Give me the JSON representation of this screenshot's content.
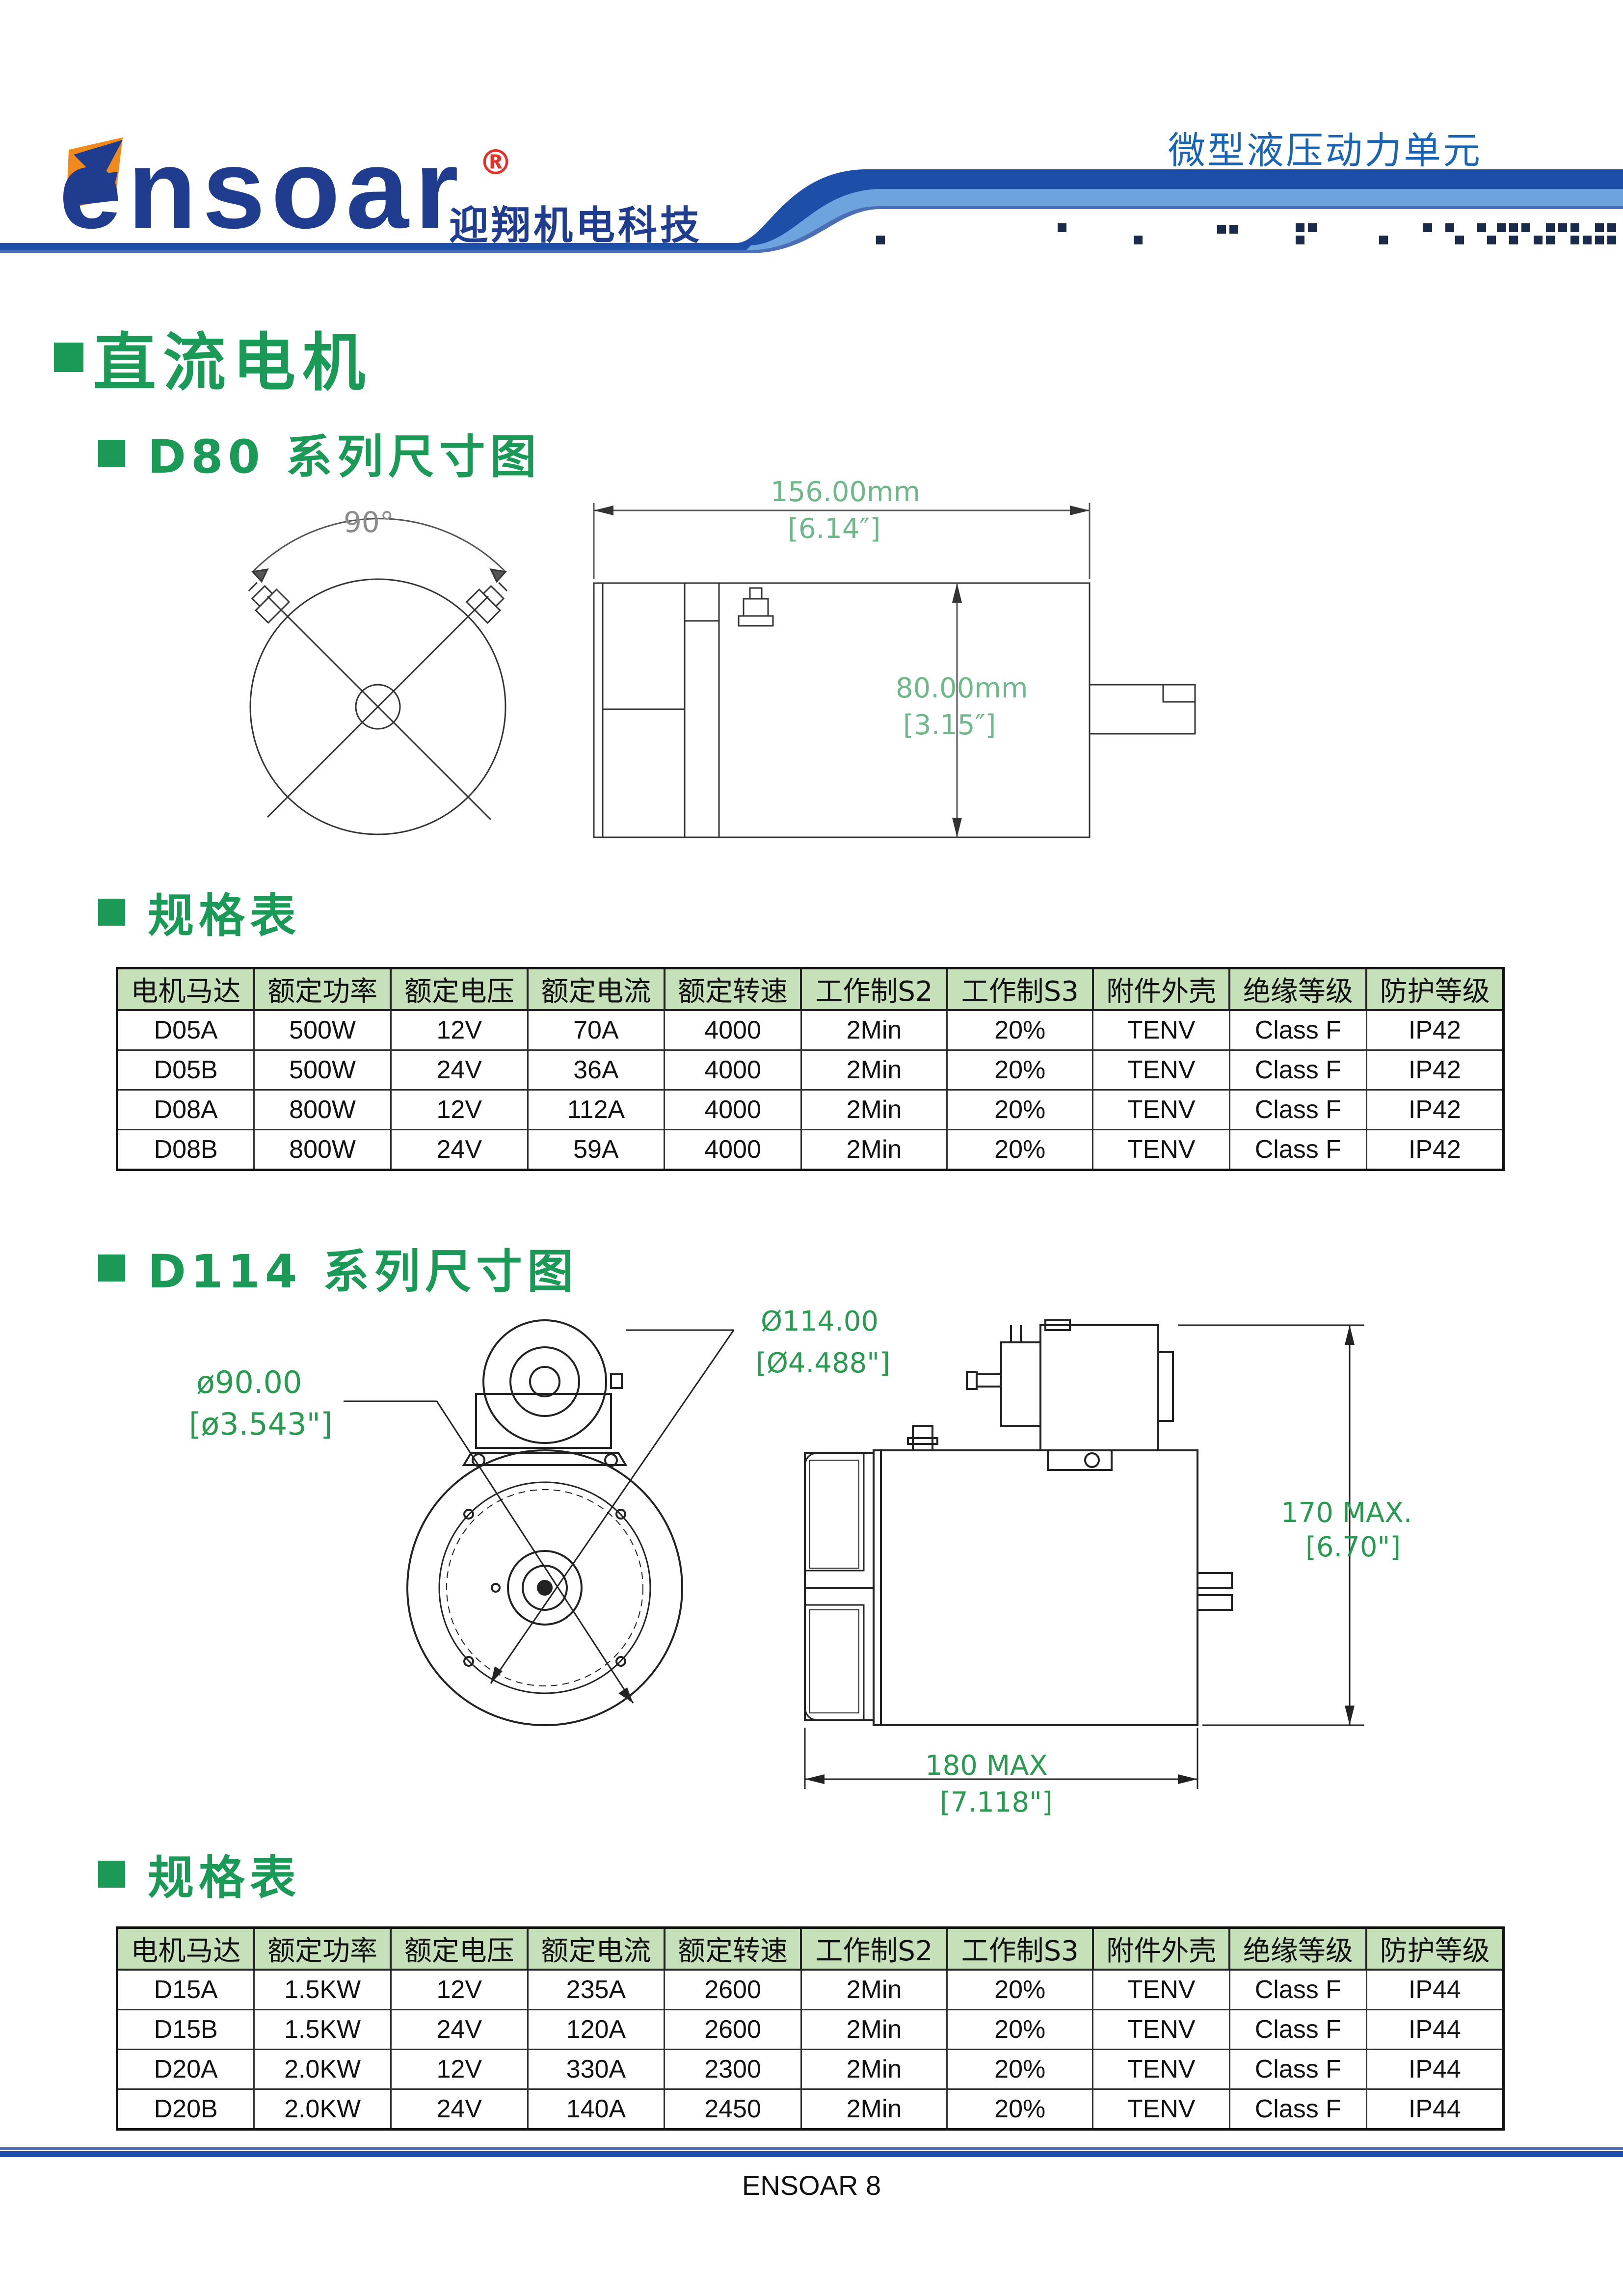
{
  "header": {
    "logo_word": "ensoar",
    "logo_registered": "®",
    "logo_cn": "迎翔机电科技",
    "tagline": "微型液压动力单元",
    "colors": {
      "brand_blue": "#1f3c8e",
      "accent_orange": "#f08a1c",
      "tag_blue": "#1a64b4",
      "green": "#1a9a56"
    }
  },
  "page_title": "直流电机",
  "d80": {
    "title": "D80 系列尺寸图",
    "angle": "90°",
    "length_mm": "156.00mm",
    "length_in": "[6.14″]",
    "height_mm": "80.00mm",
    "height_in": "[3.15″]"
  },
  "table_title_1": "规格表",
  "table_headers": [
    "电机马达",
    "额定功率",
    "额定电压",
    "额定电流",
    "额定转速",
    "工作制S2",
    "工作制S3",
    "附件外壳",
    "绝缘等级",
    "防护等级"
  ],
  "table1_rows": [
    [
      "D05A",
      "500W",
      "12V",
      "70A",
      "4000",
      "2Min",
      "20%",
      "TENV",
      "Class F",
      "IP42"
    ],
    [
      "D05B",
      "500W",
      "24V",
      "36A",
      "4000",
      "2Min",
      "20%",
      "TENV",
      "Class F",
      "IP42"
    ],
    [
      "D08A",
      "800W",
      "12V",
      "112A",
      "4000",
      "2Min",
      "20%",
      "TENV",
      "Class F",
      "IP42"
    ],
    [
      "D08B",
      "800W",
      "24V",
      "59A",
      "4000",
      "2Min",
      "20%",
      "TENV",
      "Class F",
      "IP42"
    ]
  ],
  "d114": {
    "title": "D114 系列尺寸图",
    "dia_90": "ø90.00",
    "dia_90_in": "[ø3.543\"]",
    "dia_114": "Ø114.00",
    "dia_114_in": "[Ø4.488\"]",
    "height": "170 MAX.",
    "height_in": "[6.70\"]",
    "length": "180 MAX",
    "length_in": "[7.118\"]"
  },
  "table_title_2": "规格表",
  "table2_rows": [
    [
      "D15A",
      "1.5KW",
      "12V",
      "235A",
      "2600",
      "2Min",
      "20%",
      "TENV",
      "Class F",
      "IP44"
    ],
    [
      "D15B",
      "1.5KW",
      "24V",
      "120A",
      "2600",
      "2Min",
      "20%",
      "TENV",
      "Class F",
      "IP44"
    ],
    [
      "D20A",
      "2.0KW",
      "12V",
      "330A",
      "2300",
      "2Min",
      "20%",
      "TENV",
      "Class F",
      "IP44"
    ],
    [
      "D20B",
      "2.0KW",
      "24V",
      "140A",
      "2450",
      "2Min",
      "20%",
      "TENV",
      "Class F",
      "IP44"
    ]
  ],
  "footer": "ENSOAR  8"
}
